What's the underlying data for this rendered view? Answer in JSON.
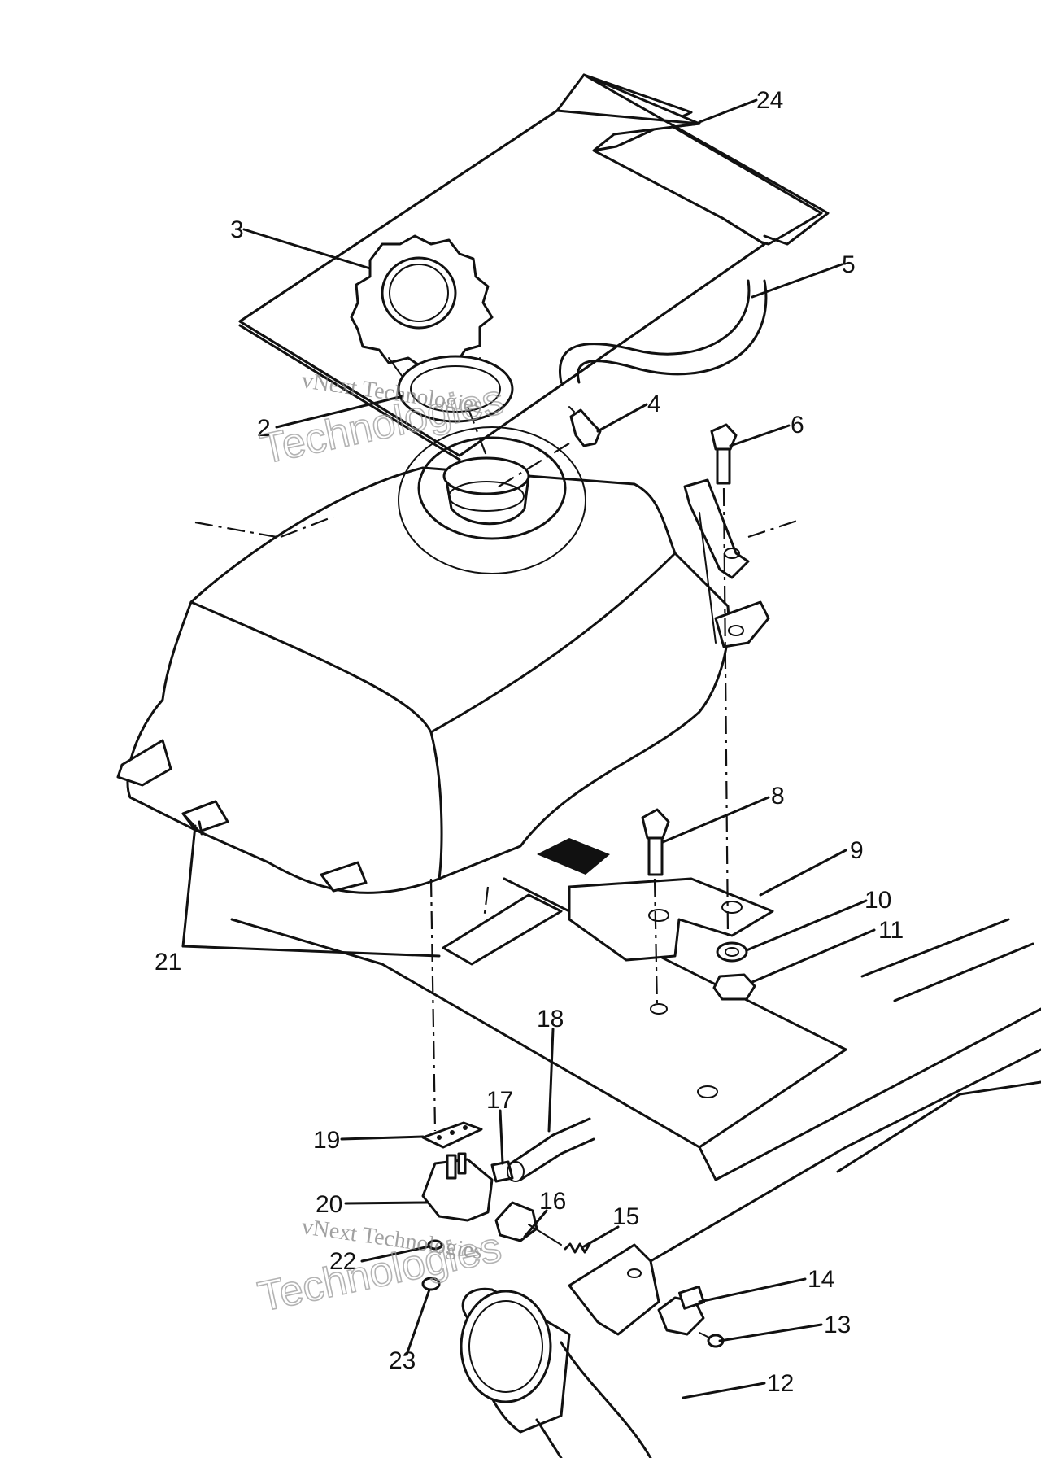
{
  "callouts": [
    {
      "id": "24",
      "label": "24"
    },
    {
      "id": "3",
      "label": "3"
    },
    {
      "id": "5",
      "label": "5"
    },
    {
      "id": "4",
      "label": "4"
    },
    {
      "id": "2",
      "label": "2"
    },
    {
      "id": "6",
      "label": "6"
    },
    {
      "id": "8",
      "label": "8"
    },
    {
      "id": "9",
      "label": "9"
    },
    {
      "id": "10",
      "label": "10"
    },
    {
      "id": "11",
      "label": "11"
    },
    {
      "id": "21",
      "label": "21"
    },
    {
      "id": "18",
      "label": "18"
    },
    {
      "id": "17",
      "label": "17"
    },
    {
      "id": "19",
      "label": "19"
    },
    {
      "id": "16",
      "label": "16"
    },
    {
      "id": "20",
      "label": "20"
    },
    {
      "id": "15",
      "label": "15"
    },
    {
      "id": "22",
      "label": "22"
    },
    {
      "id": "14",
      "label": "14"
    },
    {
      "id": "13",
      "label": "13"
    },
    {
      "id": "23",
      "label": "23"
    },
    {
      "id": "12",
      "label": "12"
    }
  ],
  "watermark": {
    "line1": "vNext Technologies",
    "line2": "Technologies"
  }
}
